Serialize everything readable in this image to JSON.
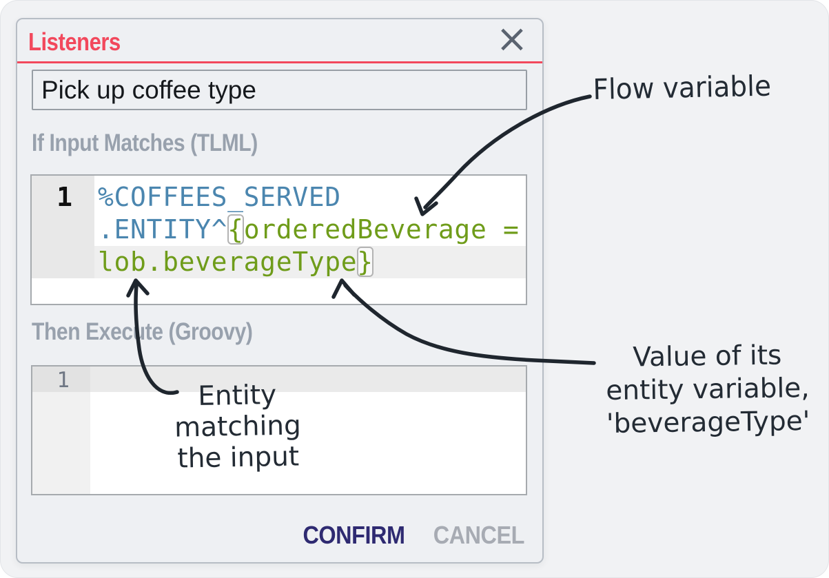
{
  "dialog": {
    "title": "Listeners",
    "icons": {
      "close": "×"
    },
    "name_input": {
      "value": "Pick up coffee type"
    },
    "tlml_section": {
      "label": "If Input Matches (TLML)",
      "editor": {
        "line_number": "1",
        "lines": [
          {
            "segments": [
              {
                "text": "%COFFEES_SERVED",
                "style": "keyword"
              }
            ]
          },
          {
            "segments": [
              {
                "text": ".ENTITY^",
                "style": "keyword"
              },
              {
                "text": "{",
                "style": "bracket"
              },
              {
                "text": "orderedBeverage =",
                "style": "entity"
              }
            ]
          },
          {
            "segments": [
              {
                "text": "lob.beverageType",
                "style": "entity"
              },
              {
                "text": "}",
                "style": "bracket"
              }
            ]
          }
        ]
      }
    },
    "groovy_section": {
      "label": "Then Execute (Groovy)",
      "editor": {
        "line_number": "1",
        "code": ""
      }
    },
    "footer": {
      "confirm_label": "CONFIRM",
      "cancel_label": "CANCEL"
    }
  },
  "annotations": {
    "flow_variable": "Flow variable",
    "entity_value": {
      "line1": "Value of its",
      "line2": "entity variable,",
      "line3": "'beverageType'"
    },
    "entity_matching": {
      "line1": "Entity",
      "line2": "matching",
      "line3": "the input"
    }
  },
  "colors": {
    "accent_red": "#f2485c",
    "code_keyword_blue": "#4b86af",
    "code_entity_green": "#6f9c1a",
    "confirm_navy": "#2e2a71",
    "cancel_gray": "#a7abb3",
    "annotation_ink": "#232b34"
  }
}
